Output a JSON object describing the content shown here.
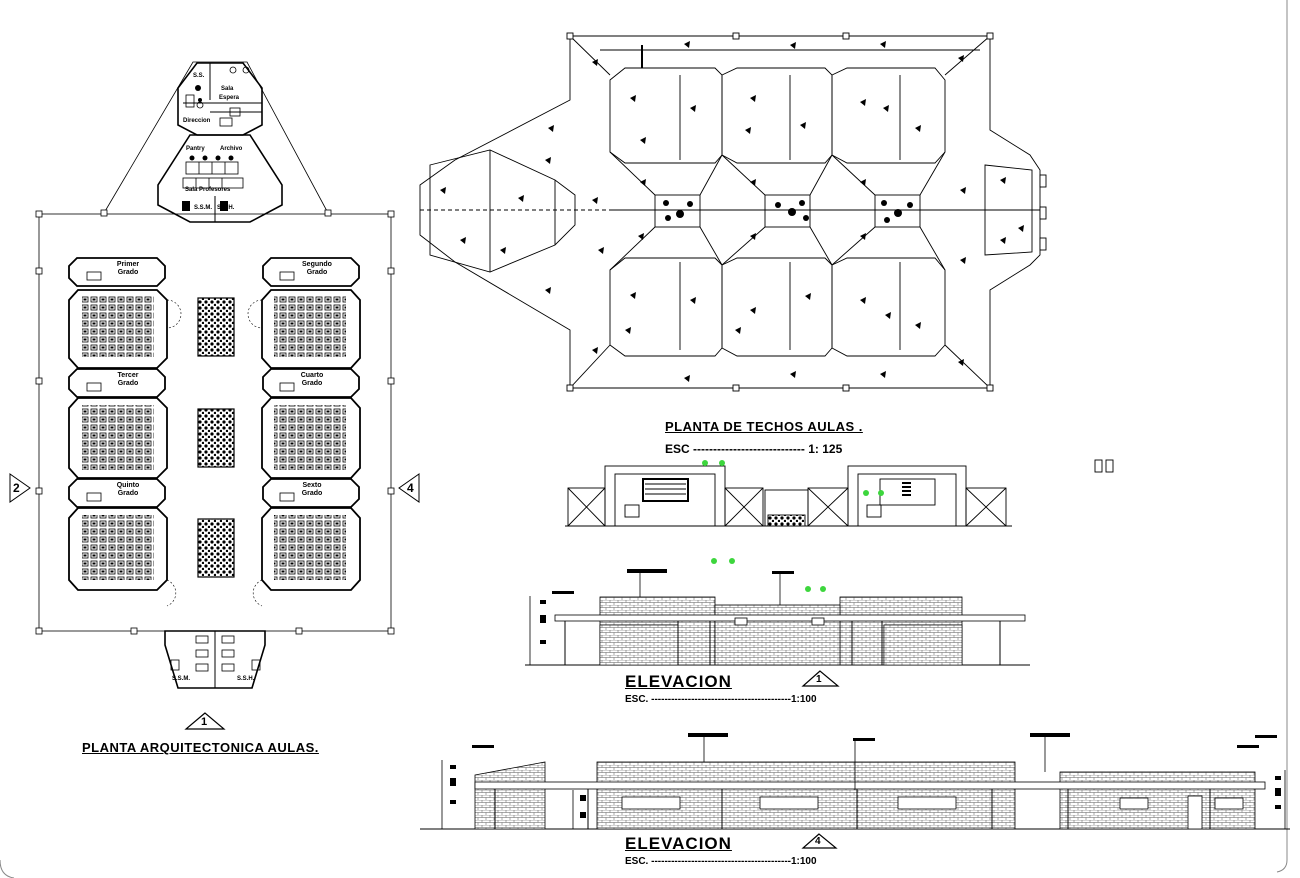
{
  "plans": {
    "floor_title": "PLANTA ARQUITECTONICA AULAS.",
    "floor_ref": "1",
    "axis_left": "2",
    "axis_right": "4",
    "roof_title": "PLANTA DE TECHOS AULAS .",
    "roof_scale": "ESC ---------------------------- 1: 125"
  },
  "admin": {
    "ss": "S.S.",
    "sala": "Sala",
    "espera": "Espera",
    "direccion": "Direccion",
    "pantry": "Pantry",
    "archivo": "Archivo",
    "sala_profesores": "Sala Profesores",
    "ssm": "S.S.M.",
    "ssh": "S.S.H."
  },
  "classrooms": [
    {
      "line1": "Primer",
      "line2": "Grado"
    },
    {
      "line1": "Segundo",
      "line2": "Grado"
    },
    {
      "line1": "Tercer",
      "line2": "Grado"
    },
    {
      "line1": "Cuarto",
      "line2": "Grado"
    },
    {
      "line1": "Quinto",
      "line2": "Grado"
    },
    {
      "line1": "Sexto",
      "line2": "Grado"
    }
  ],
  "toilets": {
    "ssm": "S.S.M.",
    "ssh": "S.S.H."
  },
  "elevation1": {
    "title": "ELEVACION",
    "ref": "1",
    "scale": "ESC. ------------------------------------------1:100"
  },
  "elevation4": {
    "title": "ELEVACION",
    "ref": "4",
    "scale": "ESC. ------------------------------------------1:100"
  }
}
